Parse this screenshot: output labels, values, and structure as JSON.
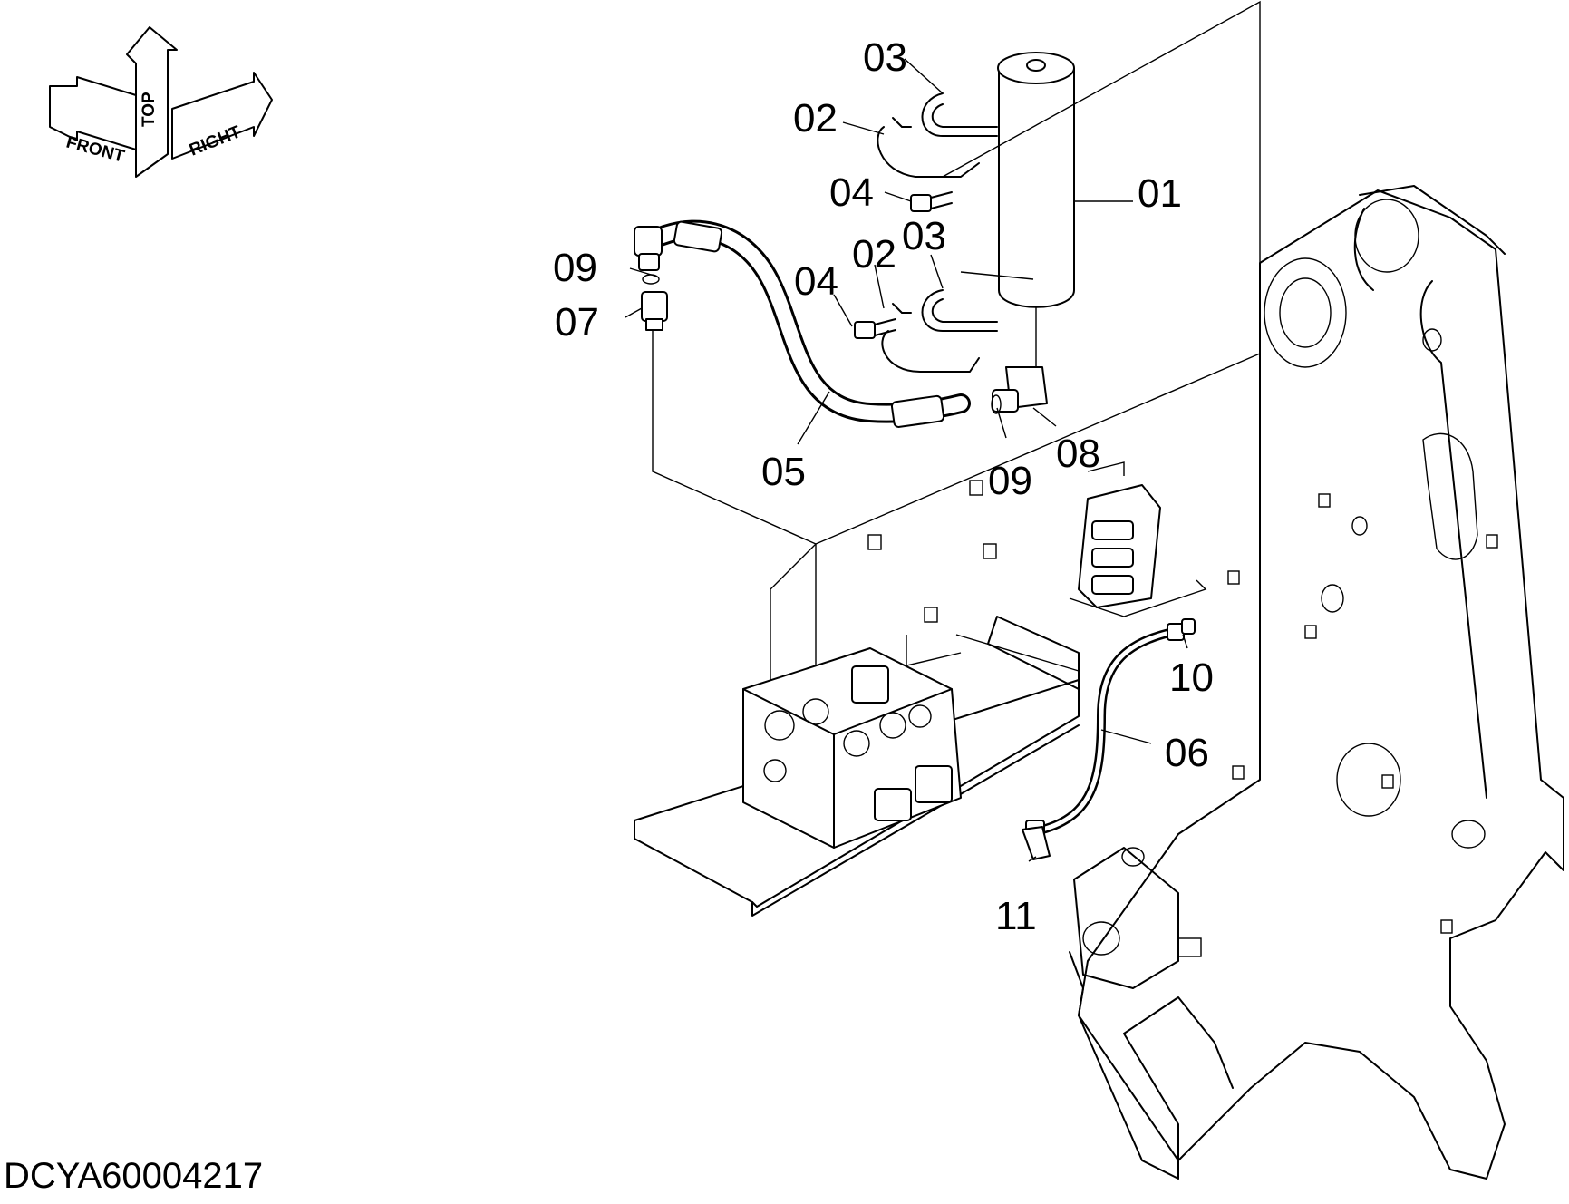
{
  "orientation": {
    "front": "FRONT",
    "top": "TOP",
    "right": "RIGHT"
  },
  "document_id": "DCYA60004217",
  "callouts": [
    "01",
    "02",
    "02",
    "03",
    "03",
    "04",
    "04",
    "05",
    "06",
    "07",
    "08",
    "09",
    "09",
    "10",
    "11"
  ]
}
